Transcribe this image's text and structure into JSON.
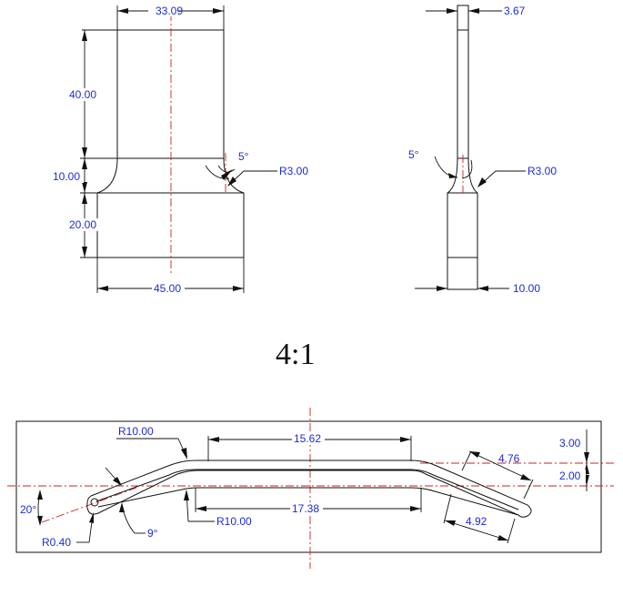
{
  "front_view": {
    "dim_top_width": "33.09",
    "dim_upper_height": "40.00",
    "dim_neck_height": "10.00",
    "dim_base_height": "20.00",
    "dim_base_width": "45.00",
    "dim_angle": "5°",
    "dim_radius": "R3.00"
  },
  "side_view": {
    "dim_thickness": "3.67",
    "dim_angle": "5°",
    "dim_radius": "R3.00",
    "dim_base_thickness": "10.00"
  },
  "scale_label": "4:1",
  "detail_view": {
    "dim_upper_flat": "15.62",
    "dim_lower_flat": "17.38",
    "dim_top_offset": "3.00",
    "dim_center_offset": "2.00",
    "dim_upper_radius": "R10.00",
    "dim_lower_radius": "R10.00",
    "dim_tip_radius": "R0.40",
    "dim_left_angle": "20°",
    "dim_lower_angle": "9°",
    "dim_right_upper": "4.76",
    "dim_right_lower": "4.92"
  }
}
